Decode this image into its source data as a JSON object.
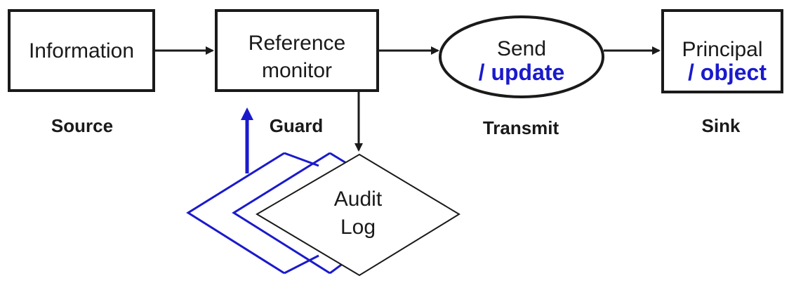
{
  "nodes": {
    "information": {
      "label": "Information"
    },
    "reference_monitor": {
      "line1": "Reference",
      "line2": "monitor"
    },
    "send": {
      "line1": "Send",
      "annotation": "/ update"
    },
    "principal": {
      "line1": "Principal",
      "annotation": "/ object"
    },
    "audit_log": {
      "line1": "Audit",
      "line2": "Log"
    }
  },
  "captions": {
    "source": "Source",
    "guard": "Guard",
    "transmit": "Transmit",
    "sink": "Sink"
  },
  "colors": {
    "ink": "#1a1a1a",
    "annotation_blue": "#1a1acc"
  }
}
